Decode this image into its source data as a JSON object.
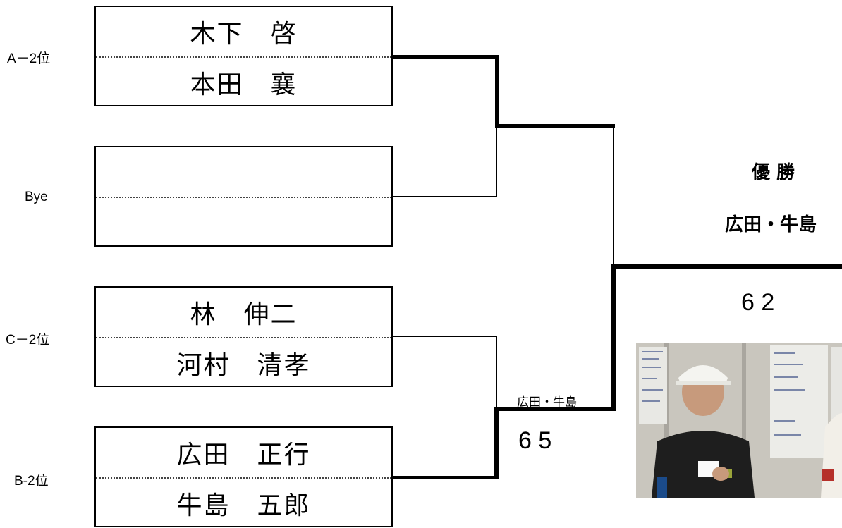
{
  "seeds": [
    "A－2位",
    "Bye",
    "C－2位",
    "B-2位"
  ],
  "pairs": [
    {
      "top": "木下　啓",
      "bottom": "本田　襄"
    },
    {
      "top": "",
      "bottom": ""
    },
    {
      "top": "林　伸二",
      "bottom": "河村　清孝"
    },
    {
      "top": "広田　正行",
      "bottom": "牛島　五郎"
    }
  ],
  "result": {
    "champion_title": "優 勝",
    "champion_name": "広田・牛島",
    "final_score": "6 2",
    "semi_winner": "広田・牛島",
    "semi_score": "6 5"
  }
}
